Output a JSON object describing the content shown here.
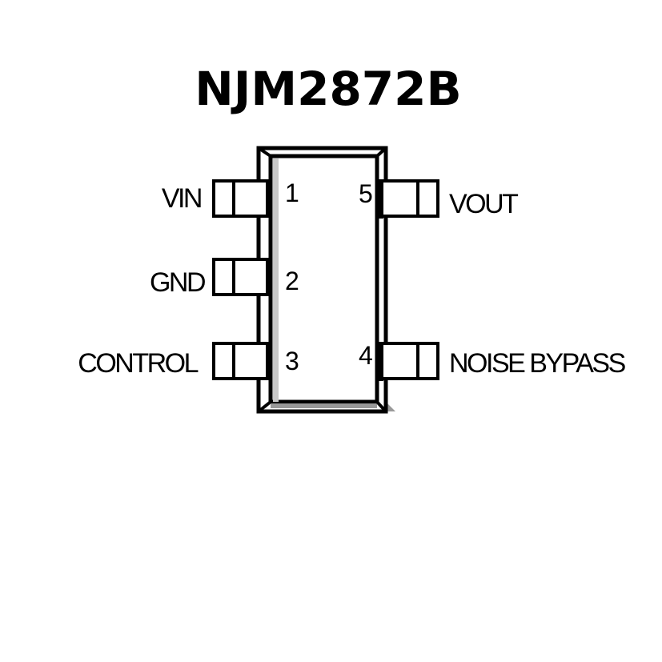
{
  "title": "NJM2872B",
  "package": {
    "pins": [
      {
        "number": "1",
        "label": "VIN"
      },
      {
        "number": "2",
        "label": "GND"
      },
      {
        "number": "3",
        "label": "CONTROL"
      },
      {
        "number": "4",
        "label": "NOISE BYPASS"
      },
      {
        "number": "5",
        "label": "VOUT"
      }
    ]
  }
}
